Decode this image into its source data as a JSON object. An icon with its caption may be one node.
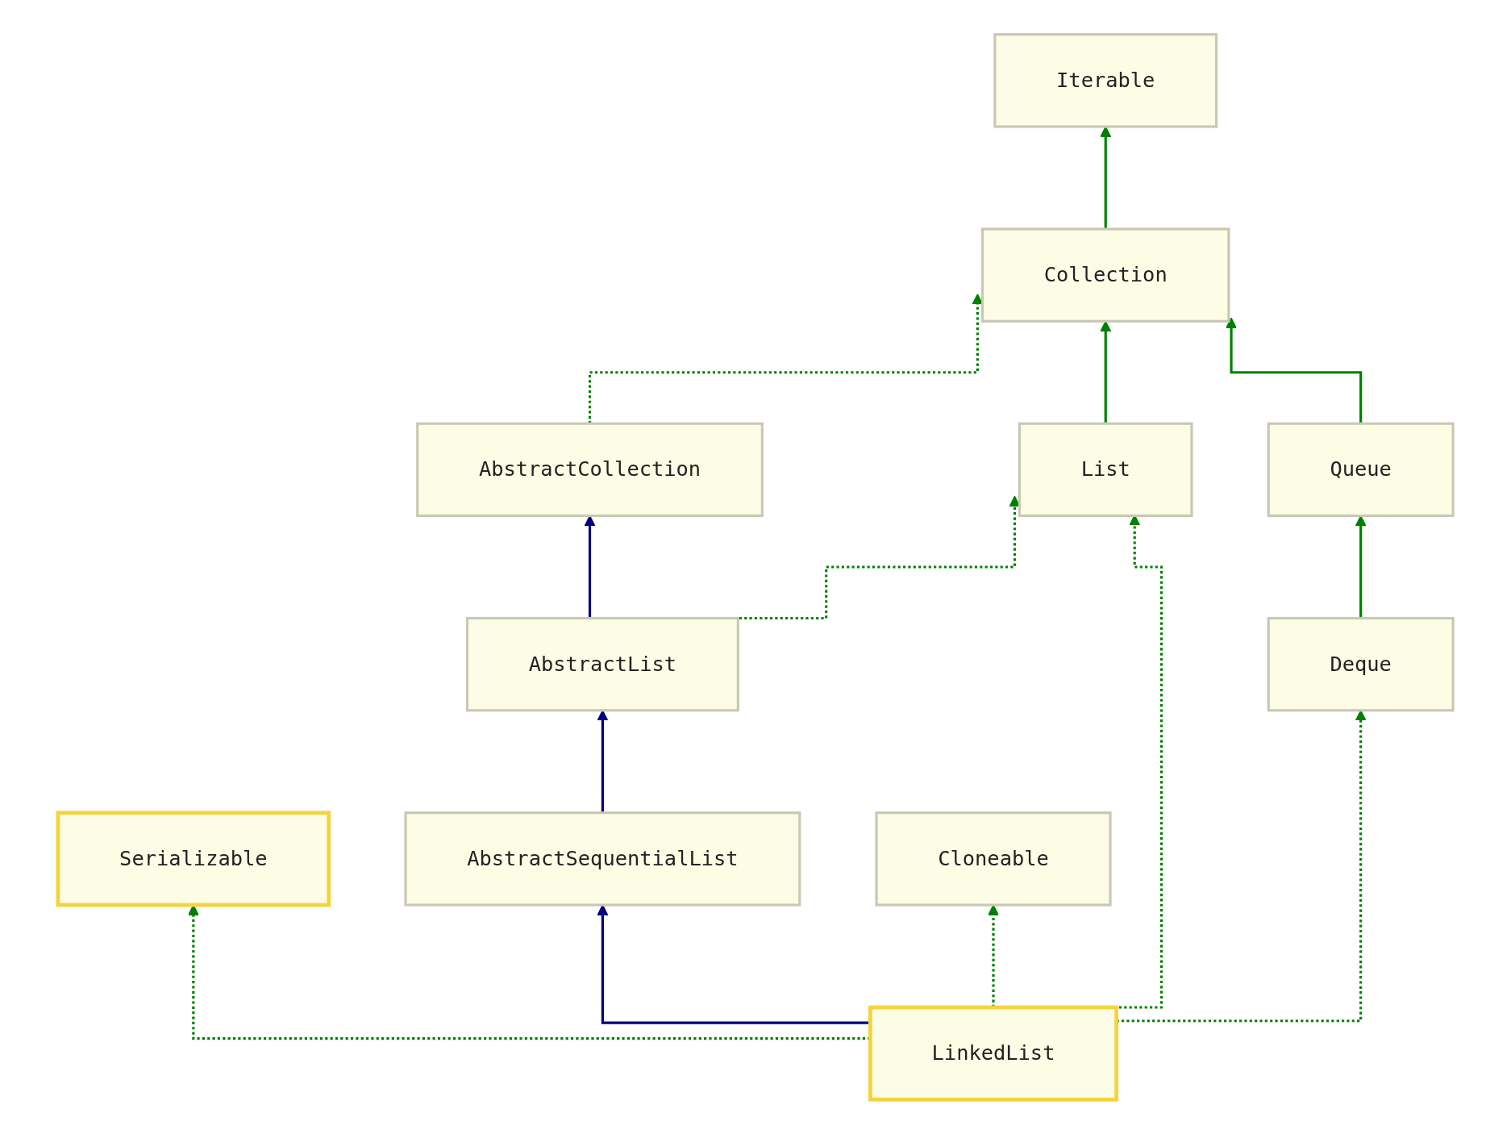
{
  "diagram": {
    "nodes": [
      {
        "text": [
          "Iterable"
        ]
      },
      {
        "text": [
          "Collection"
        ]
      },
      {
        "text": [
          "AbstractCollection"
        ]
      },
      {
        "text": [
          "List"
        ]
      },
      {
        "text": [
          "Queue"
        ]
      },
      {
        "text": [
          "AbstractList"
        ]
      },
      {
        "text": [
          "Deque"
        ]
      },
      {
        "text": [
          "Serializable"
        ]
      },
      {
        "text": [
          "AbstractSequentialList"
        ]
      },
      {
        "text": [
          "Cloneable"
        ]
      },
      {
        "text": [
          "LinkedList"
        ]
      }
    ],
    "edges": [
      {
        "from": 1,
        "to": 0,
        "arrow": "to"
      },
      {
        "from": 2,
        "to": 1,
        "arrow": "to",
        "style": "dashed"
      },
      {
        "from": 3,
        "to": 1,
        "arrow": "to"
      },
      {
        "from": 4,
        "to": 1,
        "arrow": "to"
      },
      {
        "from": 5,
        "to": 2,
        "arrow": "to",
        "color": "#000080"
      },
      {
        "from": 5,
        "to": 3,
        "arrow": "to",
        "style": "dashed"
      },
      {
        "from": 6,
        "to": 4,
        "arrow": "to"
      },
      {
        "from": 8,
        "to": 5,
        "arrow": "to",
        "color": "#000080"
      },
      {
        "from": 10,
        "to": 7,
        "arrow": "to",
        "style": "dashed"
      },
      {
        "from": 10,
        "to": 8,
        "arrow": "to",
        "color": "#000080"
      },
      {
        "from": 10,
        "to": 3,
        "arrow": "to",
        "style": "dashed"
      },
      {
        "from": 10,
        "to": 6,
        "arrow": "to",
        "style": "dashed"
      },
      {
        "from": 10,
        "to": 9,
        "arrow": "to",
        "style": "dashed"
      }
    ]
  }
}
